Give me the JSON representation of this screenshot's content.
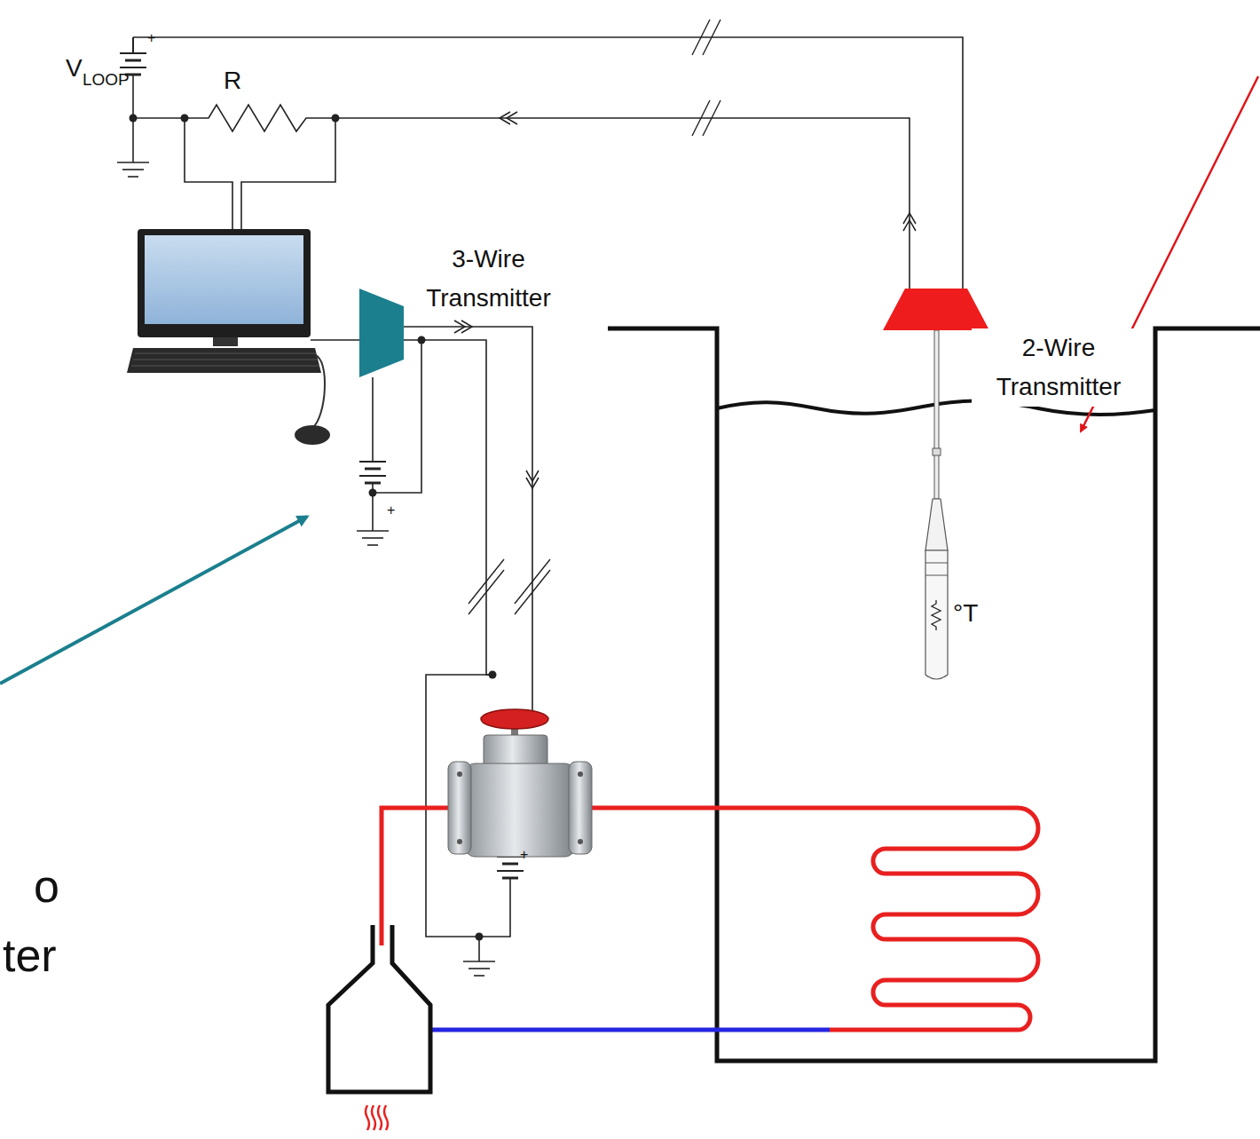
{
  "diagram": {
    "nodes": [
      {
        "text": [
          "3-Wire Transmitter"
        ]
      },
      {
        "text": [
          "2-Wire Transmitter"
        ]
      }
    ],
    "labels": [
      "+",
      "V",
      "LOOP",
      "R",
      "+",
      "°T",
      "+",
      "o",
      "ter"
    ]
  }
}
